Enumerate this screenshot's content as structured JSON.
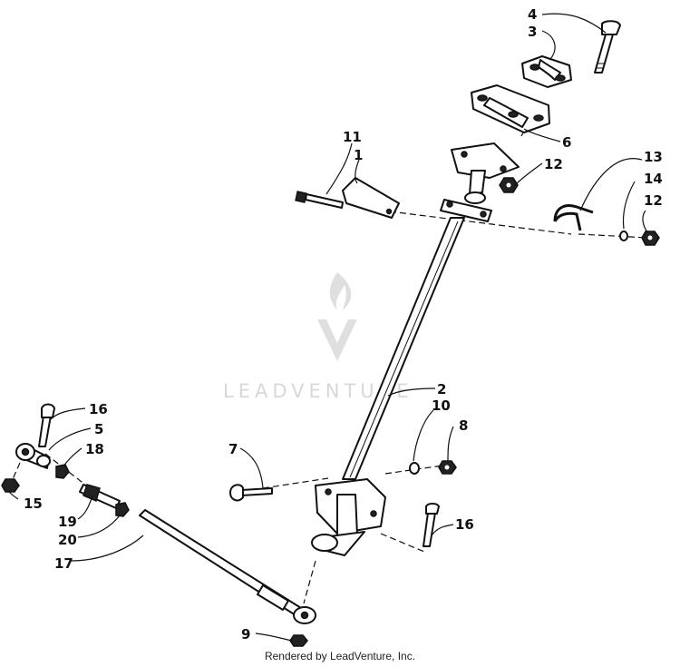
{
  "diagram": {
    "watermark_text": "LEADVENTURE",
    "callouts": {
      "c1": "1",
      "c2": "2",
      "c3": "3",
      "c4": "4",
      "c5": "5",
      "c6": "6",
      "c7": "7",
      "c8": "8",
      "c9": "9",
      "c10": "10",
      "c11": "11",
      "c12a": "12",
      "c12b": "12",
      "c13": "13",
      "c14": "14",
      "c15": "15",
      "c16a": "16",
      "c16b": "16",
      "c17": "17",
      "c18": "18",
      "c19": "19",
      "c20": "20"
    }
  },
  "footer": {
    "credit": "Rendered by LeadVenture, Inc."
  }
}
